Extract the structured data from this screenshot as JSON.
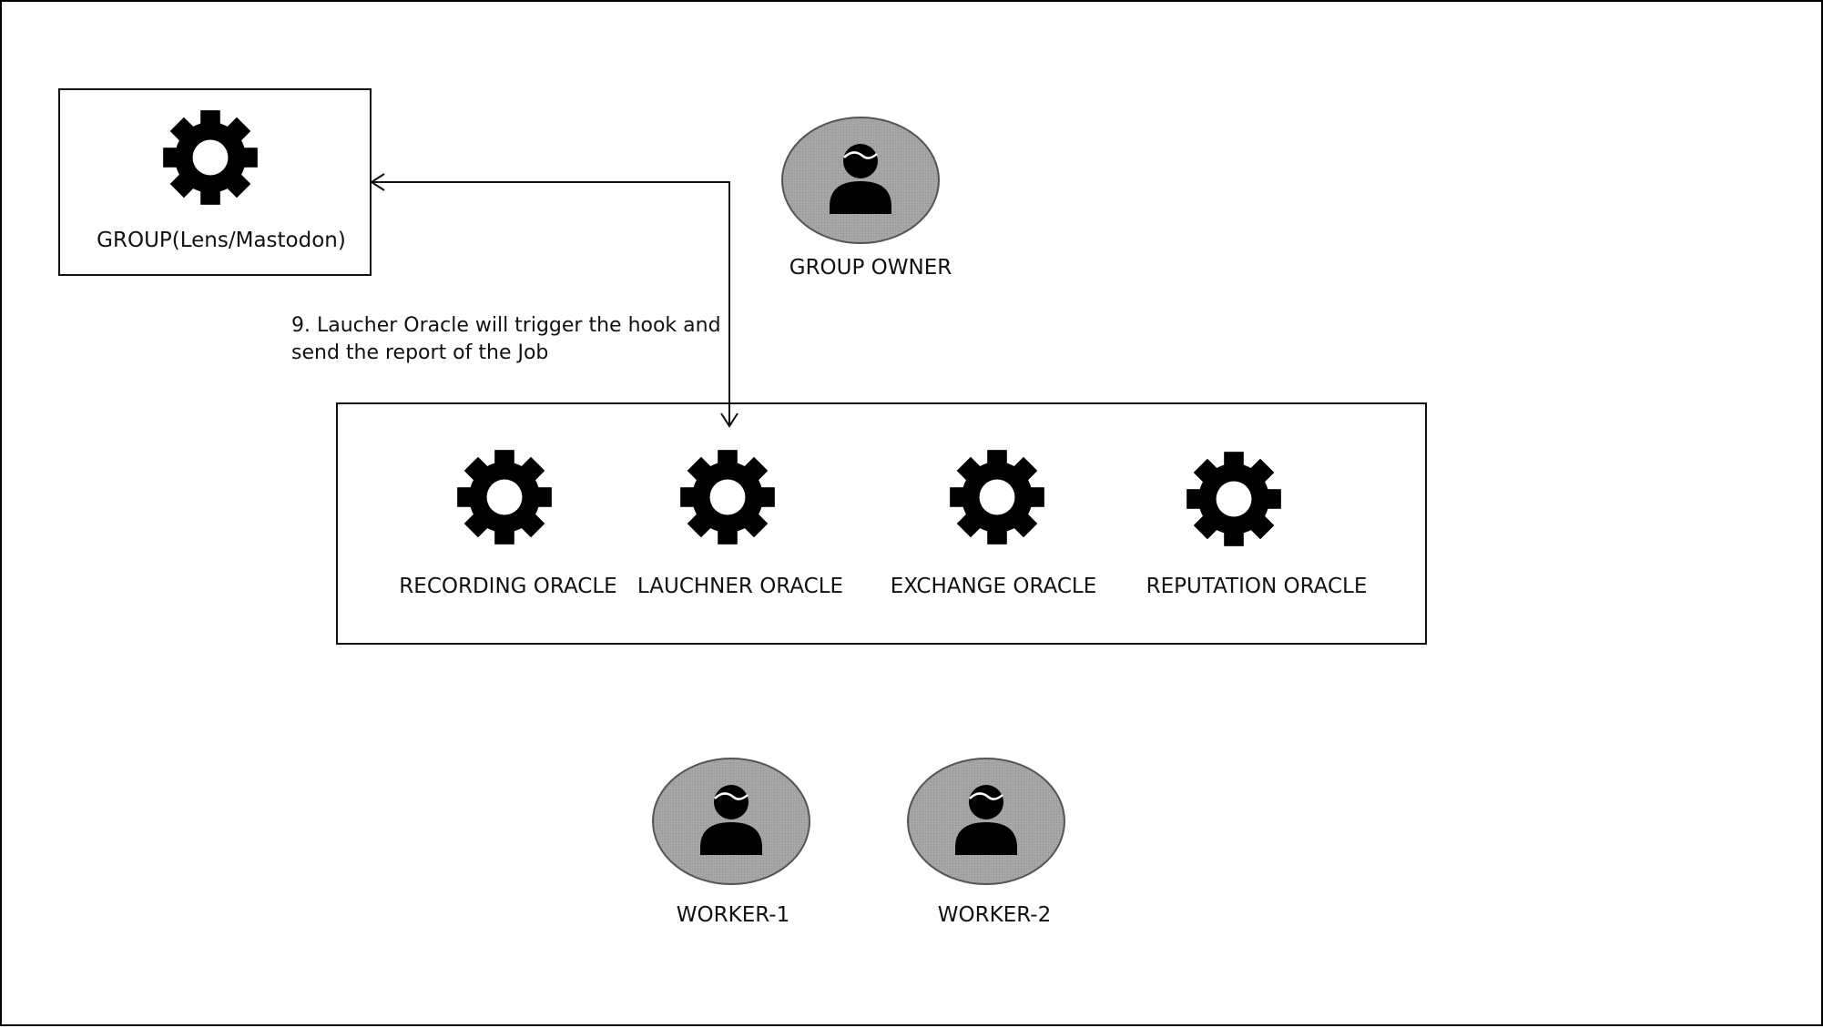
{
  "diagram": {
    "group": {
      "label": "GROUP(Lens/Mastodon)",
      "icon": "gear-icon"
    },
    "group_owner": {
      "label": "GROUP OWNER",
      "icon": "person-icon"
    },
    "note": {
      "line1": "9. Laucher Oracle will trigger the hook and",
      "line2": "send the report of the Job"
    },
    "oracles": [
      {
        "label": "RECORDING ORACLE",
        "icon": "gear-icon"
      },
      {
        "label": "LAUCHNER ORACLE",
        "icon": "gear-icon"
      },
      {
        "label": "EXCHANGE ORACLE",
        "icon": "gear-icon"
      },
      {
        "label": "REPUTATION ORACLE",
        "icon": "gear-icon"
      }
    ],
    "workers": [
      {
        "label": "WORKER-1",
        "icon": "person-icon"
      },
      {
        "label": "WORKER-2",
        "icon": "person-icon"
      }
    ],
    "colors": {
      "avatar_fill": "#a9a9a9",
      "icon": "#000000",
      "line": "#111111"
    }
  }
}
